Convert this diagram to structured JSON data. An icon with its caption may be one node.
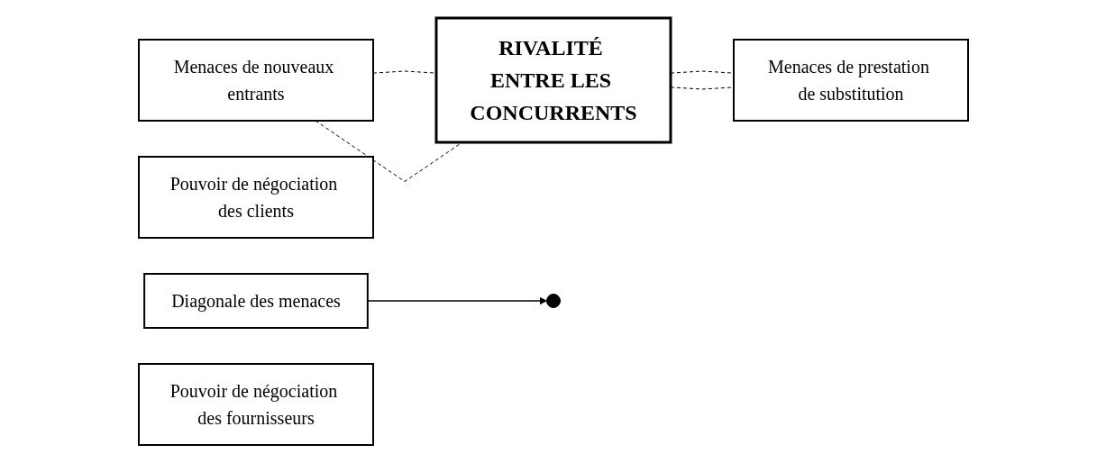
{
  "diagram": {
    "nodes": [
      {
        "text": [
          "Menaces de nouveaux entrants"
        ]
      },
      {
        "text": [
          "Pouvoir de négociation des clients"
        ]
      },
      {
        "text": [
          "RIVALITÉ ENTRE LES CONCURRENTS"
        ]
      },
      {
        "text": [
          "Diagonale des menaces"
        ]
      },
      {
        "text": [
          "Pouvoir de négociation des fournisseurs"
        ]
      },
      {
        "text": [
          "Menaces de prestation de substitution"
        ]
      }
    ],
    "edges": [
      {
        "from": 0,
        "to": 2,
        "arrow": "none",
        "style": "dashed"
      },
      {
        "from": 0,
        "to": 2,
        "arrow": "none",
        "style": "dashed"
      },
      {
        "from": 2,
        "to": 5,
        "arrow": "none",
        "style": "dashed"
      },
      {
        "from": 2,
        "to": 5,
        "arrow": "none",
        "style": "dashed"
      },
      {
        "from": 3,
        "to": null,
        "arrow": "to"
      }
    ]
  }
}
